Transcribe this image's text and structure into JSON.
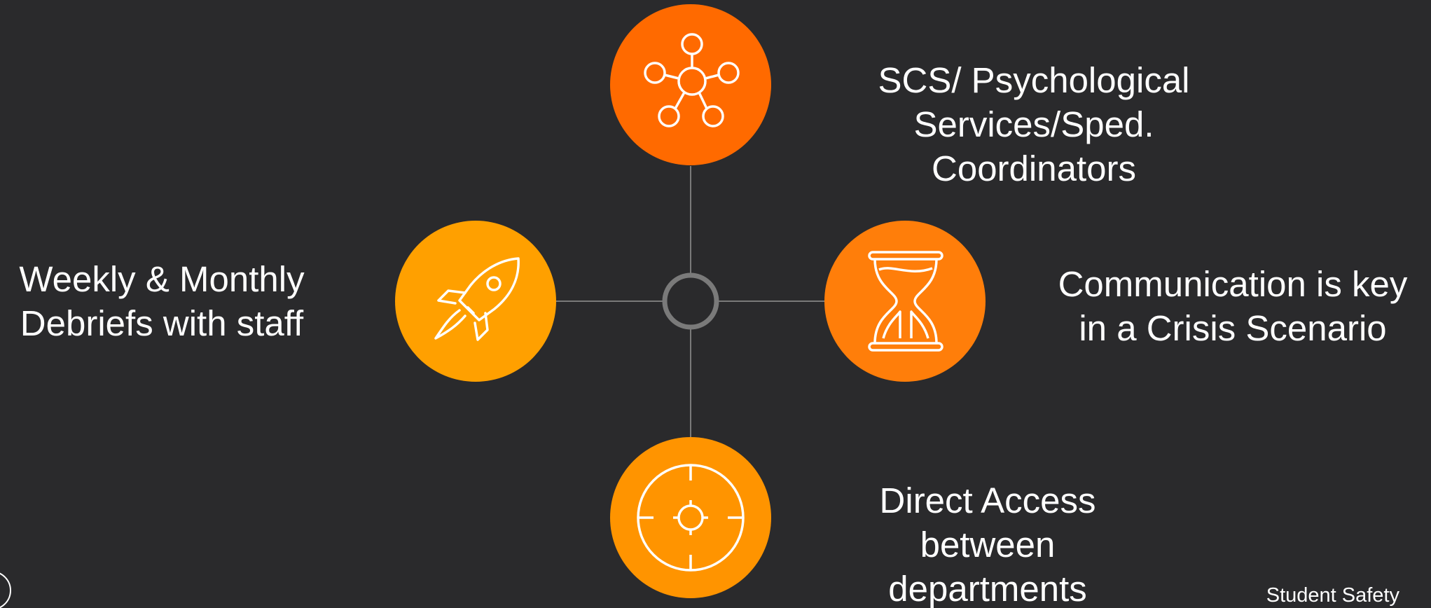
{
  "colors": {
    "background": "#2a2a2c",
    "connector": "#7a7a7a",
    "hub_ring": "#7a7a7a",
    "node_top": "#ff6a00",
    "node_left": "#ffa000",
    "node_right": "#ff7e0a",
    "node_bottom": "#ff9400",
    "icon_stroke": "#ffffff"
  },
  "nodes": {
    "top": {
      "icon": "network-icon",
      "label": [
        "SCS/ Psychological",
        "Services/Sped.",
        "Coordinators"
      ]
    },
    "left": {
      "icon": "rocket-icon",
      "label": [
        "Weekly & Monthly",
        "Debriefs with staff"
      ]
    },
    "right": {
      "icon": "hourglass-icon",
      "label": [
        "Communication is key",
        "in a Crisis Scenario"
      ]
    },
    "bottom": {
      "icon": "target-icon",
      "label": [
        "Direct Access",
        "between",
        "departments"
      ]
    }
  },
  "footer": {
    "text": "Student Safety"
  }
}
